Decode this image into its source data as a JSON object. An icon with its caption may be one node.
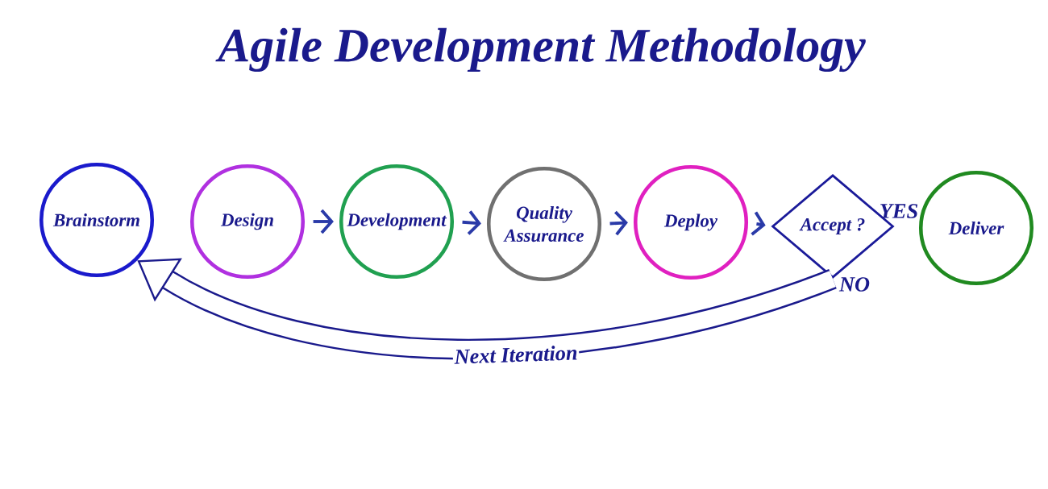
{
  "diagram": {
    "title": "Agile Development Methodology",
    "nodes": [
      {
        "text": [
          "Brainstorm"
        ]
      },
      {
        "text": [
          "Design"
        ]
      },
      {
        "text": [
          "Development"
        ]
      },
      {
        "text": [
          "Quality Assurance"
        ]
      },
      {
        "text": [
          "Deploy"
        ]
      },
      {
        "text": [
          "Accept ?"
        ]
      },
      {
        "text": [
          "Deliver"
        ]
      }
    ],
    "edges": [
      {
        "from": 1,
        "to": 2,
        "arrow": "to"
      },
      {
        "from": 2,
        "to": 3,
        "arrow": "to"
      },
      {
        "from": 3,
        "to": 4,
        "arrow": "to"
      },
      {
        "from": 4,
        "to": 5,
        "arrow": "to"
      },
      {
        "from": 5,
        "to": 0,
        "arrow": "to",
        "label": "Next Iteration",
        "style": "thick"
      }
    ],
    "labels": [
      "YES",
      "NO"
    ]
  }
}
